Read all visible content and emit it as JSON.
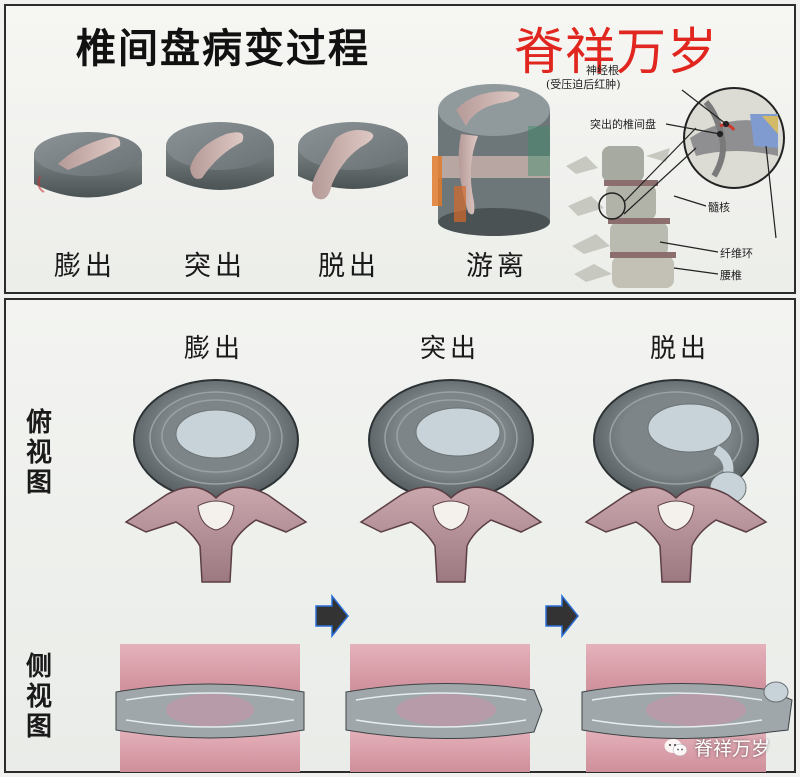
{
  "title": "椎间盘病变过程",
  "watermark": "脊祥万岁",
  "top_stages": [
    {
      "label": "膨出"
    },
    {
      "label": "突出"
    },
    {
      "label": "脱出"
    },
    {
      "label": "游离"
    }
  ],
  "anatomy_annotations": {
    "nerve_root": "神经根",
    "nerve_root_note": "(受压迫后红肿)",
    "herniated_disc": "突出的椎间盘",
    "spinal_cord": "髓核",
    "annulus": "纤维环",
    "lumbar": "腰椎"
  },
  "bottom_stages": [
    {
      "label": "膨出"
    },
    {
      "label": "突出"
    },
    {
      "label": "脱出"
    }
  ],
  "view_labels": {
    "top_view": [
      "俯",
      "视",
      "图"
    ],
    "side_view": [
      "侧",
      "视",
      "图"
    ]
  },
  "wechat_account": "脊祥万岁",
  "colors": {
    "title": "#111111",
    "watermark": "#e0261e",
    "disc_gray": "#5c6466",
    "nucleus": "#c9b7b3",
    "bone_pink": "#b98d93",
    "arrow_blue": "#2b6fd6"
  }
}
